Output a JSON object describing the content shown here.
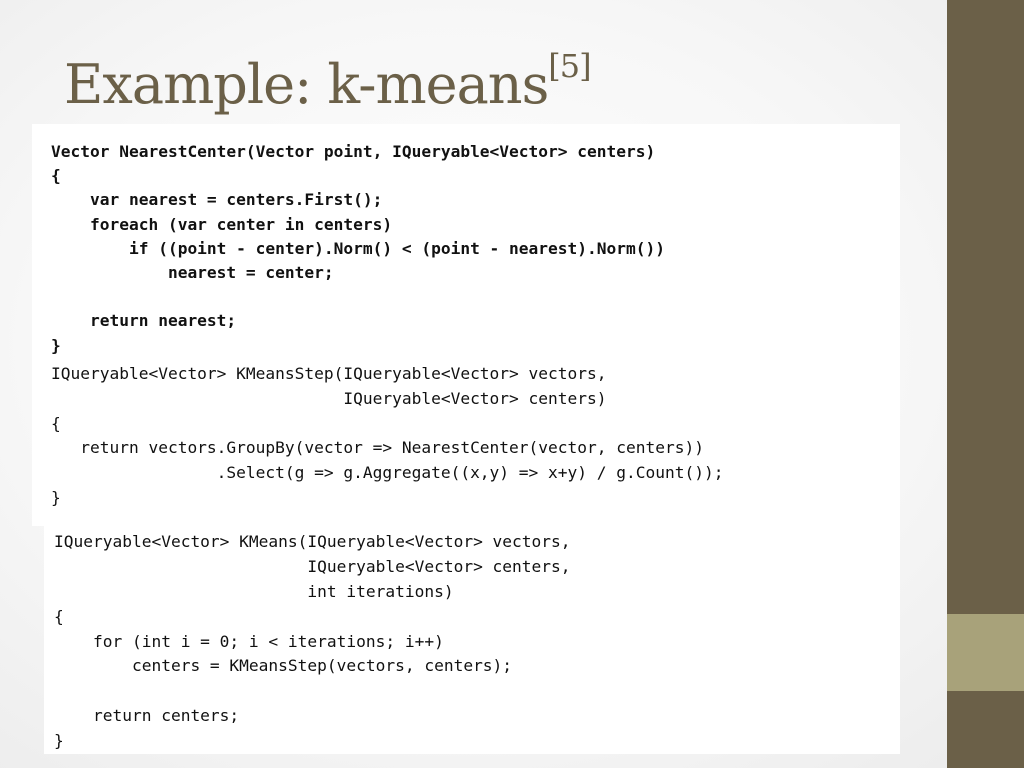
{
  "slide": {
    "title": "Example: k-means",
    "title_citation": "[5]",
    "colors": {
      "sidebar": "#6b6048",
      "sidebar_accent": "#a8a27a",
      "title": "#6b6048",
      "code_background": "#ffffff",
      "code_text": "#111111"
    }
  },
  "code_blocks": [
    {
      "lines": [
        "Vector NearestCenter(Vector point, IQueryable<Vector> centers)",
        "{",
        "    var nearest = centers.First();",
        "    foreach (var center in centers)",
        "        if ((point - center).Norm() < (point - nearest).Norm())",
        "            nearest = center;",
        "",
        "    return nearest;",
        "}"
      ]
    },
    {
      "lines": [
        "IQueryable<Vector> KMeansStep(IQueryable<Vector> vectors,",
        "                              IQueryable<Vector> centers)",
        "{",
        "   return vectors.GroupBy(vector => NearestCenter(vector, centers))",
        "                 .Select(g => g.Aggregate((x,y) => x+y) / g.Count());",
        "}"
      ]
    },
    {
      "lines": [
        "IQueryable<Vector> KMeans(IQueryable<Vector> vectors,",
        "                          IQueryable<Vector> centers,",
        "                          int iterations)",
        "{",
        "    for (int i = 0; i < iterations; i++)",
        "        centers = KMeansStep(vectors, centers);",
        "",
        "    return centers;",
        "}"
      ]
    }
  ]
}
